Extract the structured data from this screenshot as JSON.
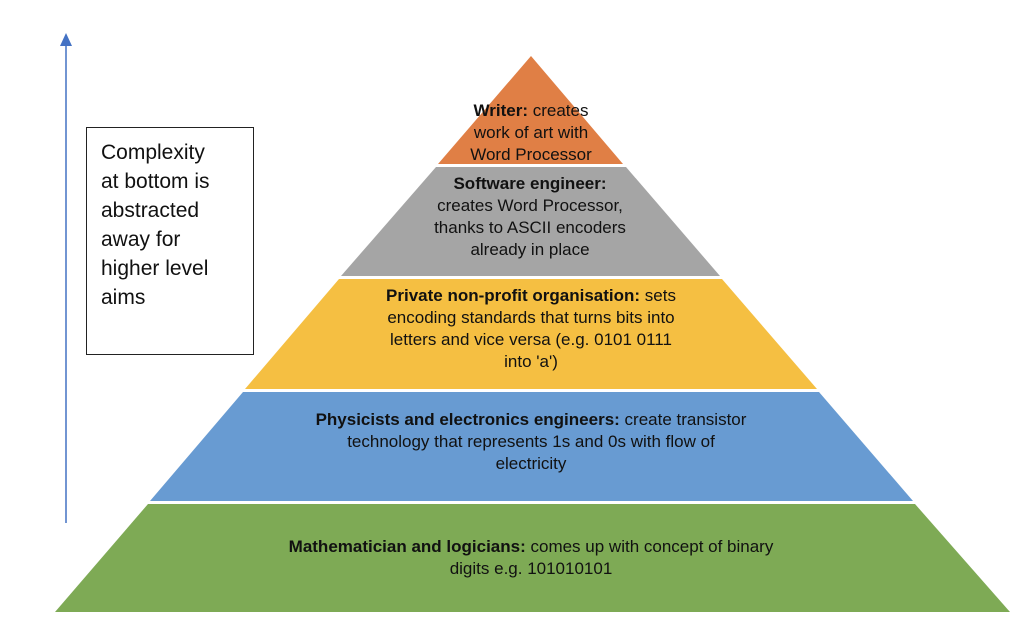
{
  "diagram": {
    "type": "pyramid",
    "arrow": {
      "direction": "up",
      "color": "#4472C4",
      "meaning": "increasing abstraction"
    },
    "note": {
      "lines": [
        "Complexity",
        "at bottom is",
        "abstracted",
        "away for",
        "higher level",
        "aims"
      ]
    },
    "tiers": [
      {
        "level": 5,
        "color": "#E07F45",
        "title": "Writer:",
        "lines": [
          " creates",
          "work of art with",
          "Word Processor"
        ]
      },
      {
        "level": 4,
        "color": "#A5A5A5",
        "title": "Software engineer:",
        "lines": [
          "",
          "creates Word Processor,",
          "thanks to ASCII encoders",
          "already in place"
        ]
      },
      {
        "level": 3,
        "color": "#F5BF42",
        "title": "Private non-profit organisation:",
        "lines": [
          " sets",
          "encoding standards that turns bits into",
          "letters and vice versa (e.g. 0101 0111",
          "into 'a')"
        ]
      },
      {
        "level": 2,
        "color": "#689BD2",
        "title": "Physicists and electronics engineers:",
        "lines": [
          " create transistor",
          "technology that represents 1s and 0s with flow of",
          "electricity"
        ]
      },
      {
        "level": 1,
        "color": "#7EAA55",
        "title": "Mathematician and logicians:",
        "lines": [
          " comes up with concept of binary",
          "digits e.g. 101010101"
        ]
      }
    ]
  }
}
